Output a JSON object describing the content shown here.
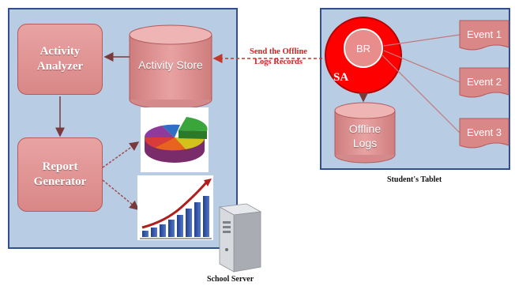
{
  "server": {
    "caption": "School Server",
    "activity_analyzer": "Activity\nAnalyzer",
    "report_generator": "Report\nGenerator",
    "activity_store": "Activity Store"
  },
  "tablet": {
    "caption": "Student's Tablet",
    "sa": "SA",
    "br": "BR",
    "offline_logs_line1": "Offline",
    "offline_logs_line2": "Logs",
    "events": [
      "Event 1",
      "Event 2",
      "Event 3"
    ]
  },
  "flow_label": "Send the Offline\nLogs Records",
  "colors": {
    "panel_fill": "#b8cce4",
    "panel_border": "#2f4f8f",
    "box_fill": "#d98787",
    "sa_red": "#ff0000",
    "arrow_red": "#c0392b",
    "label_red": "#d42020"
  }
}
